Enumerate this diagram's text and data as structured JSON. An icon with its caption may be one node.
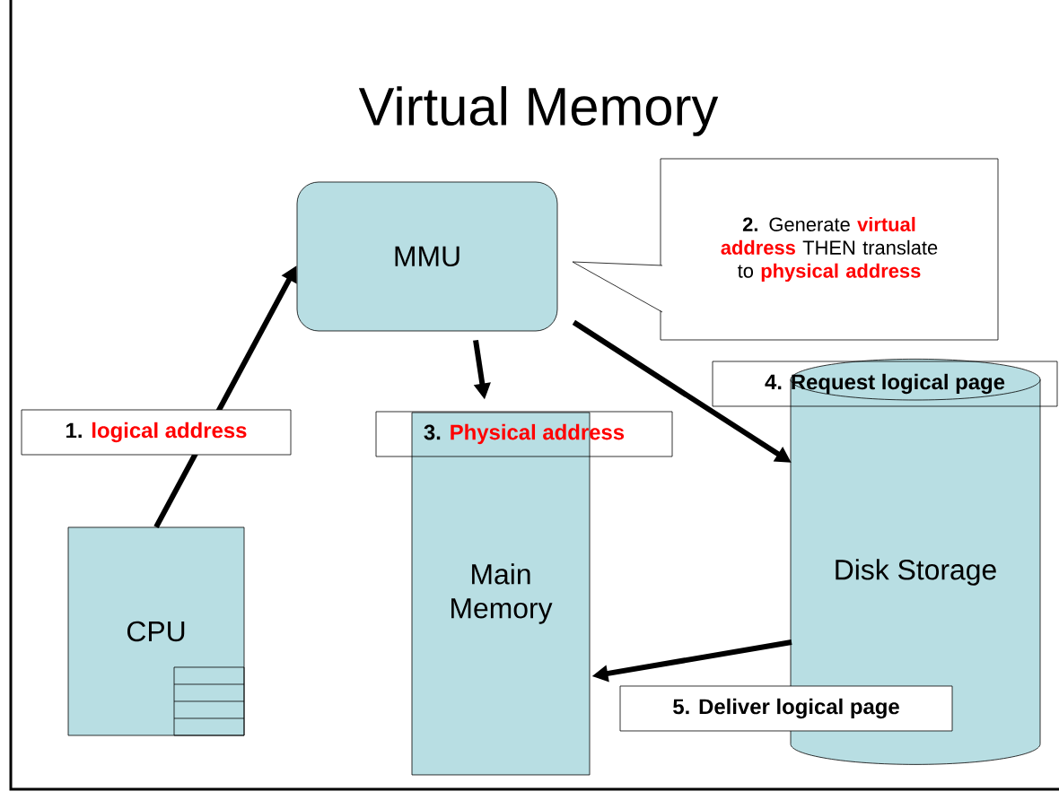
{
  "diagram": {
    "title": "Virtual Memory",
    "nodes": [
      {
        "text": [
          "MMU"
        ]
      },
      {
        "text": [
          "2.",
          "Generate",
          "virtual address",
          "THEN",
          "translate to",
          "physical address"
        ]
      },
      {
        "text": [
          "CPU"
        ]
      },
      {
        "text": [
          "Main Memory"
        ]
      },
      {
        "text": [
          "Disk Storage"
        ]
      }
    ],
    "edges": [
      {
        "from": 2,
        "to": 0,
        "arrow": "to",
        "label": "**1.** logical address"
      },
      {
        "from": 0,
        "to": 3,
        "arrow": "to",
        "label": "**3.** Physical address"
      },
      {
        "from": 0,
        "to": 4,
        "arrow": "to",
        "label": "4. Request logical page"
      },
      {
        "from": 4,
        "to": 3,
        "arrow": "to",
        "label": "5. Deliver logical page"
      }
    ]
  }
}
